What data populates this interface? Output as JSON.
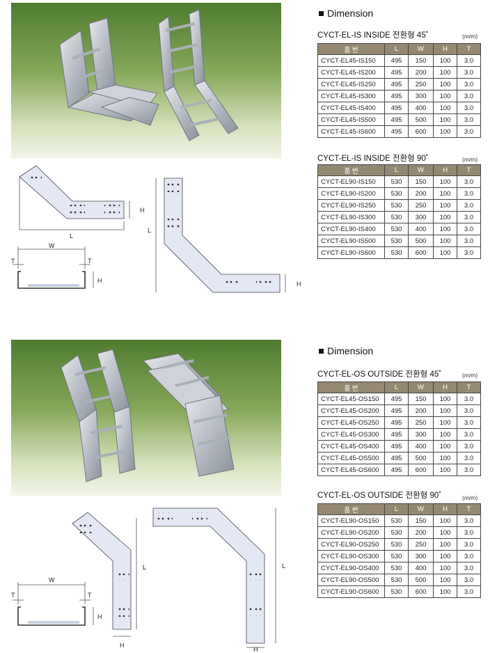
{
  "sections": [
    {
      "heading": "Dimension",
      "tables": [
        {
          "title": "CYCT-EL-IS INSIDE 전환형 45˚",
          "unit": "(m/m)",
          "headers": [
            "품 번",
            "L",
            "W",
            "H",
            "T"
          ],
          "rows": [
            [
              "CYCT-EL45-IS150",
              "495",
              "150",
              "100",
              "3.0"
            ],
            [
              "CYCT-EL45-IS200",
              "495",
              "200",
              "100",
              "3.0"
            ],
            [
              "CYCT-EL45-IS250",
              "495",
              "250",
              "100",
              "3.0"
            ],
            [
              "CYCT-EL45-IS300",
              "495",
              "300",
              "100",
              "3.0"
            ],
            [
              "CYCT-EL45-IS400",
              "495",
              "400",
              "100",
              "3.0"
            ],
            [
              "CYCT-EL45-IS500",
              "495",
              "500",
              "100",
              "3.0"
            ],
            [
              "CYCT-EL45-IS600",
              "495",
              "600",
              "100",
              "3.0"
            ]
          ]
        },
        {
          "title": "CYCT-EL-IS INSIDE 전환형 90˚",
          "unit": "(m/m)",
          "headers": [
            "품 번",
            "L",
            "W",
            "H",
            "T"
          ],
          "rows": [
            [
              "CYCT-EL90-IS150",
              "530",
              "150",
              "100",
              "3.0"
            ],
            [
              "CYCT-EL90-IS200",
              "530",
              "200",
              "100",
              "3.0"
            ],
            [
              "CYCT-EL90-IS250",
              "530",
              "250",
              "100",
              "3.0"
            ],
            [
              "CYCT-EL90-IS300",
              "530",
              "300",
              "100",
              "3.0"
            ],
            [
              "CYCT-EL90-IS400",
              "530",
              "400",
              "100",
              "3.0"
            ],
            [
              "CYCT-EL90-IS500",
              "530",
              "500",
              "100",
              "3.0"
            ],
            [
              "CYCT-EL90-IS600",
              "530",
              "600",
              "100",
              "3.0"
            ]
          ]
        }
      ]
    },
    {
      "heading": "Dimension",
      "tables": [
        {
          "title": "CYCT-EL-OS OUTSIDE 전환형 45˚",
          "unit": "(m/m)",
          "headers": [
            "품 번",
            "L",
            "W",
            "H",
            "T"
          ],
          "rows": [
            [
              "CYCT-EL45-OS150",
              "495",
              "150",
              "100",
              "3.0"
            ],
            [
              "CYCT-EL45-OS200",
              "495",
              "200",
              "100",
              "3.0"
            ],
            [
              "CYCT-EL45-OS250",
              "495",
              "250",
              "100",
              "3.0"
            ],
            [
              "CYCT-EL45-OS300",
              "495",
              "300",
              "100",
              "3.0"
            ],
            [
              "CYCT-EL45-OS400",
              "495",
              "400",
              "100",
              "3.0"
            ],
            [
              "CYCT-EL45-OS500",
              "495",
              "500",
              "100",
              "3.0"
            ],
            [
              "CYCT-EL45-OS600",
              "495",
              "600",
              "100",
              "3.0"
            ]
          ]
        },
        {
          "title": "CYCT-EL-OS OUTSIDE 전환형 90˚",
          "unit": "(m/m)",
          "headers": [
            "품 번",
            "L",
            "W",
            "H",
            "T"
          ],
          "rows": [
            [
              "CYCT-EL90-OS150",
              "530",
              "150",
              "100",
              "3.0"
            ],
            [
              "CYCT-EL90-OS200",
              "530",
              "200",
              "100",
              "3.0"
            ],
            [
              "CYCT-EL90-OS250",
              "530",
              "250",
              "100",
              "3.0"
            ],
            [
              "CYCT-EL90-OS300",
              "530",
              "300",
              "100",
              "3.0"
            ],
            [
              "CYCT-EL90-OS400",
              "530",
              "400",
              "100",
              "3.0"
            ],
            [
              "CYCT-EL90-OS500",
              "530",
              "500",
              "100",
              "3.0"
            ],
            [
              "CYCT-EL90-OS600",
              "530",
              "600",
              "100",
              "3.0"
            ]
          ]
        }
      ]
    }
  ],
  "drawing_labels": {
    "length": "L",
    "width": "W",
    "height": "H",
    "thickness": "T"
  }
}
